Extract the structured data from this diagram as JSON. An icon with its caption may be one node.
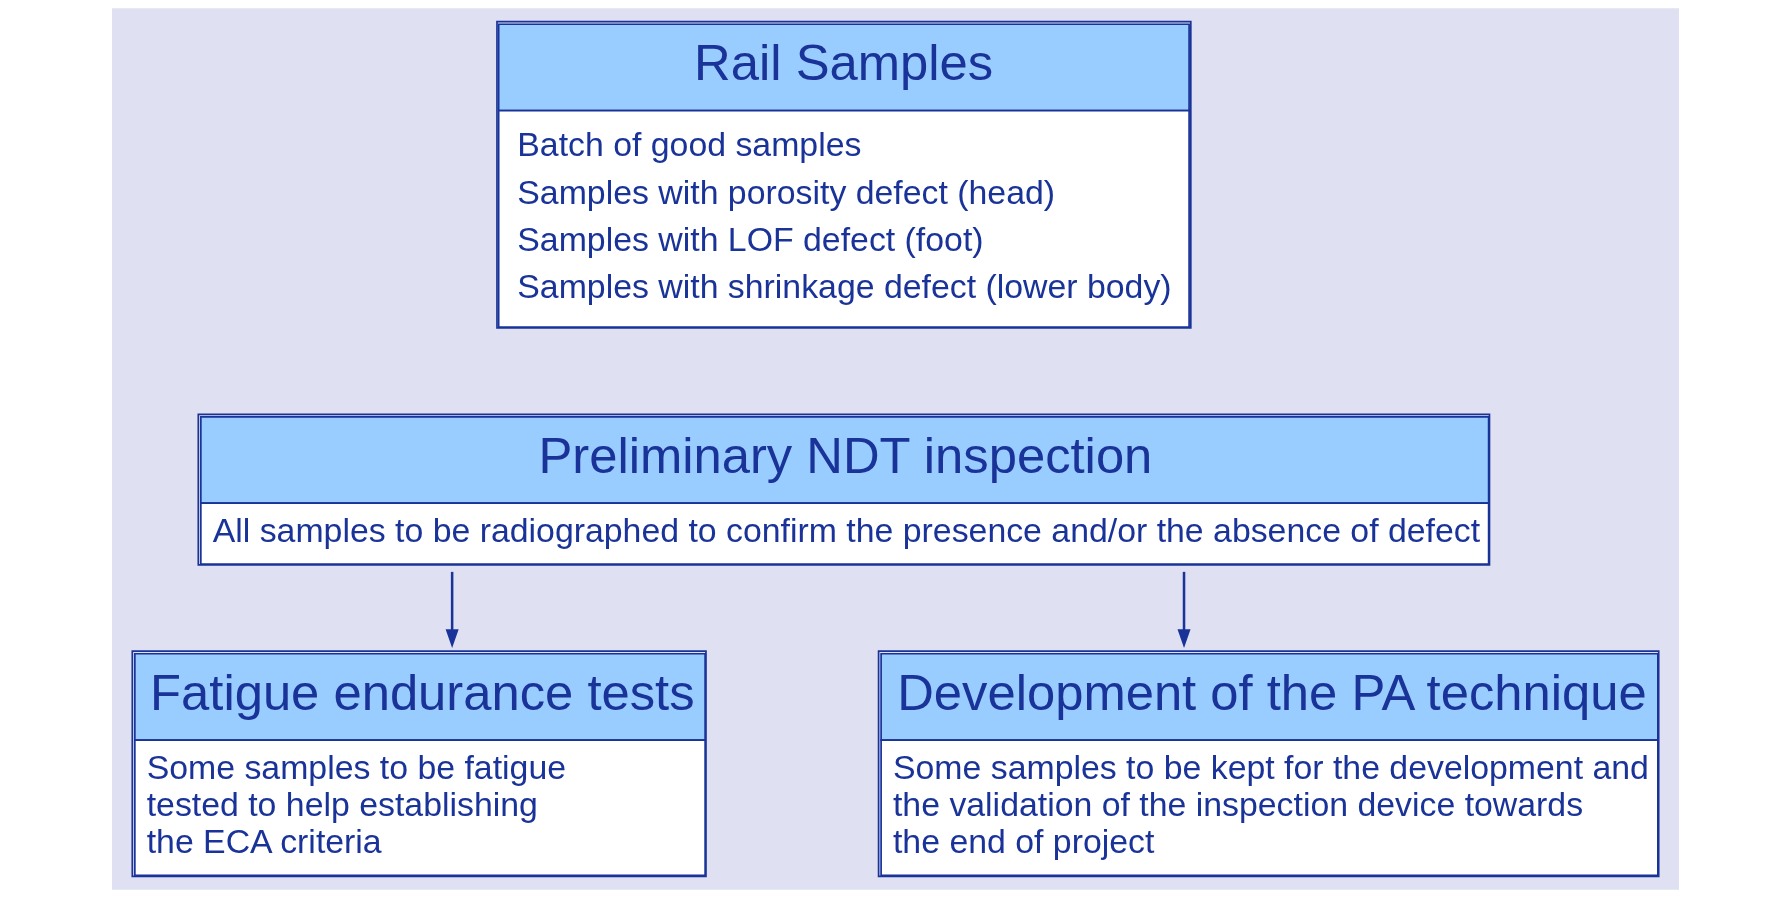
{
  "diagram": {
    "nodes": [
      {
        "text": [
          "Rail Samples",
          "Batch of good samples",
          "Samples with porosity defect (head)",
          "Samples with LOF defect (foot)",
          "Samples with shrinkage defect (lower body)"
        ]
      },
      {
        "text": [
          "Preliminary NDT inspection",
          "All samples to be radiographed to confirm the presence and/or the absence of defect"
        ]
      },
      {
        "text": [
          "Fatigue endurance tests",
          "Some samples to be fatigue tested to help establishing the ECA criteria"
        ]
      },
      {
        "text": [
          "Development of the PA technique",
          "Some samples to be kept for the development and the validation of the inspection device towards the end of project"
        ]
      }
    ],
    "edges": [
      {
        "from": 1,
        "to": 2,
        "arrow": "to"
      },
      {
        "from": 1,
        "to": 3,
        "arrow": "to"
      }
    ]
  }
}
